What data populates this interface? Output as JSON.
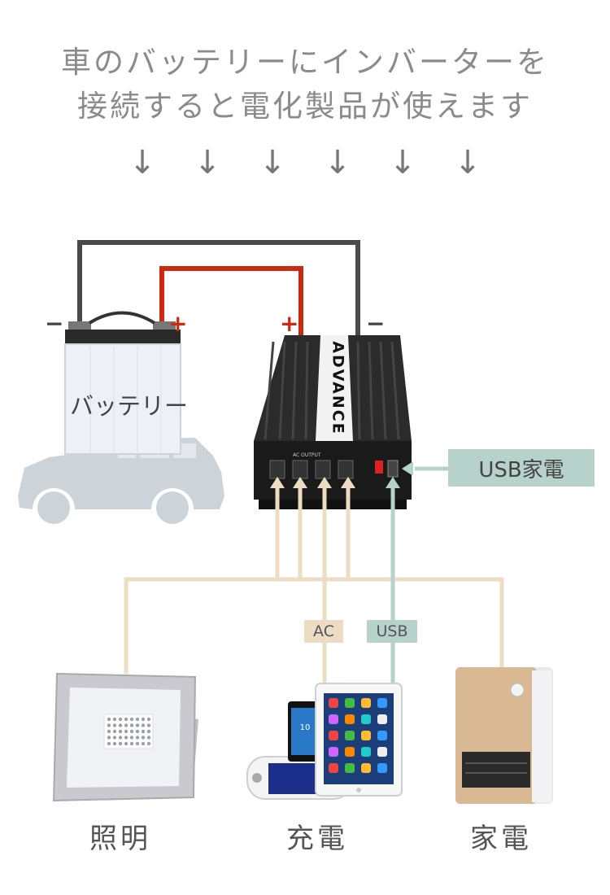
{
  "title": {
    "line1": "車のバッテリーにインバーターを",
    "line2": "接続すると電化製品が使えます"
  },
  "arrow_glyph": "↓",
  "battery": {
    "label": "バッテリー",
    "minus": "−",
    "plus": "+"
  },
  "inverter": {
    "brand": "ADVANCE",
    "plus": "+",
    "minus": "−",
    "panel_text": "AC OUTPUT"
  },
  "usb_callout": "USB家電",
  "tags": {
    "ac": "AC",
    "usb": "USB"
  },
  "phone_display": "10",
  "devices": {
    "lighting": "照明",
    "charging": "充電",
    "appliance": "家電"
  },
  "colors": {
    "title": "#8b8b8b",
    "wire_negative": "#4a4a4a",
    "wire_positive": "#cc2a10",
    "ac_line": "#ebdcc3",
    "usb_line": "#b7d2cb",
    "car_silhouette": "#ccd3d9"
  }
}
